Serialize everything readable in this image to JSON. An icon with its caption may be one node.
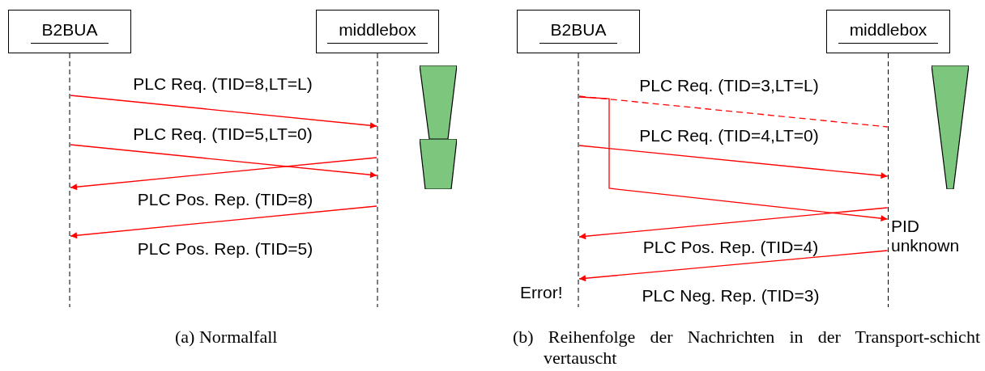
{
  "diagram": {
    "nodes": [
      {
        "text": [
          "B2BUA"
        ]
      },
      {
        "text": [
          "middlebox"
        ]
      },
      {
        "text": [],
        "shape": "bar"
      },
      {
        "text": [],
        "shape": "bar"
      },
      {
        "text": [
          "B2BUA"
        ]
      },
      {
        "text": [
          "middlebox"
        ]
      },
      {
        "text": [],
        "shape": "bar"
      }
    ],
    "edges": [
      {
        "from": 0,
        "to": 1,
        "arrow": "to",
        "label": "PLC Req. (TID=8,LT=L)"
      },
      {
        "from": 0,
        "to": 1,
        "arrow": "to",
        "label": "PLC Req. (TID=5,LT=0)"
      },
      {
        "from": 1,
        "to": 0,
        "arrow": "to",
        "label": "PLC Pos. Rep. (TID=8)"
      },
      {
        "from": 1,
        "to": 0,
        "arrow": "to",
        "label": "PLC Pos. Rep. (TID=5)"
      },
      {
        "from": 4,
        "to": 5,
        "arrow": "none",
        "label": "PLC Req. (TID=3,LT=L)",
        "style": "dashed"
      },
      {
        "from": 4,
        "to": 5,
        "arrow": "to",
        "label": "PLC Req. (TID=4,LT=0)"
      },
      {
        "from": 4,
        "to": 5,
        "arrow": "to"
      },
      {
        "from": 5,
        "to": 4,
        "arrow": "to",
        "label": "PLC Pos. Rep. (TID=4)"
      },
      {
        "from": 5,
        "to": 4,
        "arrow": "to",
        "label": "PLC Neg. Rep. (TID=3)"
      }
    ],
    "labels": [
      "PID unknown",
      "Error!",
      "(a) Normalfall",
      "(b) Reihenfolge der Nachrichten in der Transport-schicht vertauscht"
    ]
  }
}
